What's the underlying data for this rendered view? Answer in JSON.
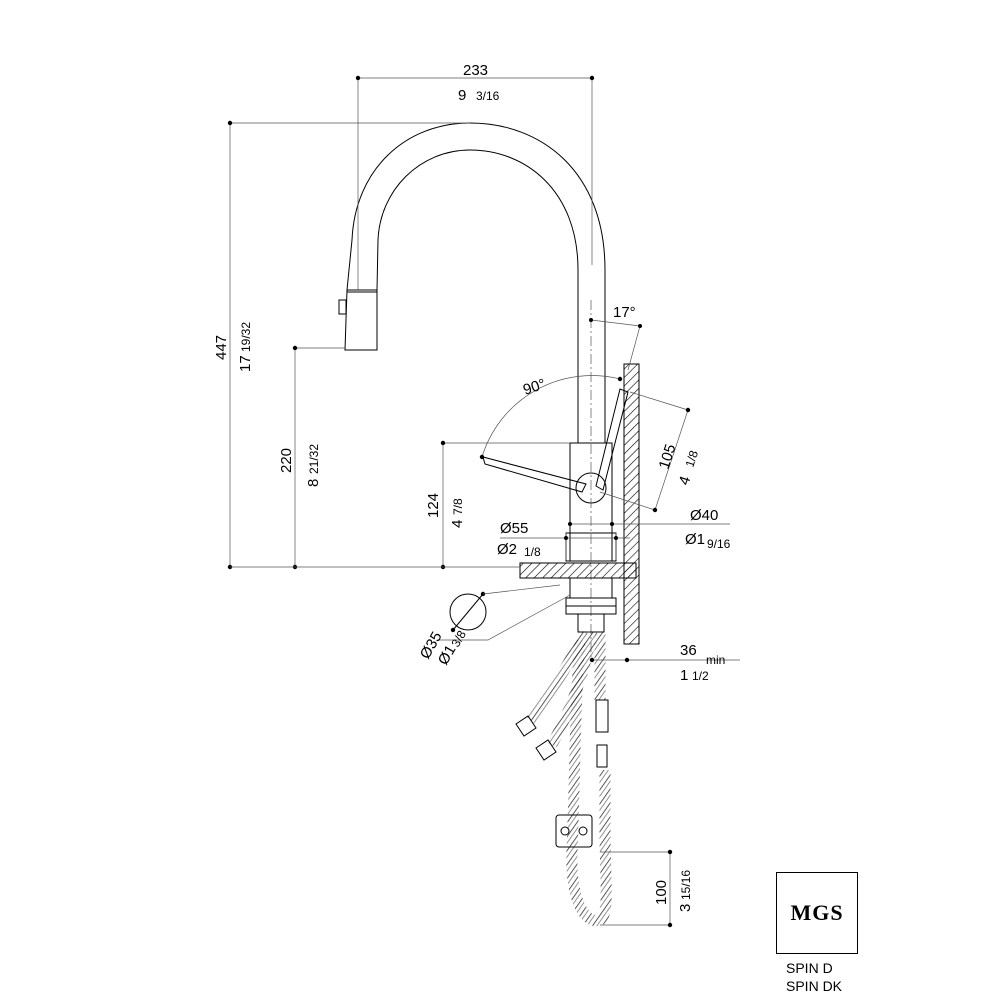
{
  "brand": "MGS",
  "models": [
    "SPIN  D",
    "SPIN  DK"
  ],
  "dimensions": {
    "spout_reach_mm": "233",
    "spout_reach_in_whole": "9",
    "spout_reach_in_frac": "3/16",
    "height_mm": "447",
    "height_in_whole": "17",
    "height_in_frac": "19/32",
    "outlet_height_mm": "220",
    "outlet_height_in_whole": "8",
    "outlet_height_in_frac": "21/32",
    "lever_height_mm": "124",
    "lever_height_in_whole": "4",
    "lever_height_in_frac": "7/8",
    "base_dia_mm": "Ø55",
    "base_dia_in": "Ø2",
    "base_dia_in_frac": "1/8",
    "body_dia_mm": "Ø40",
    "body_dia_in": "Ø1",
    "body_dia_in_frac": "9/16",
    "hole_dia_mm": "Ø35",
    "hole_dia_in": "Ø1",
    "hole_dia_in_frac": "3/8",
    "lever_len_mm": "105",
    "lever_len_in_whole": "4",
    "lever_len_in_frac": "1/8",
    "deck_thickness_mm": "36",
    "deck_thickness_note": "min",
    "deck_thickness_in_whole": "1",
    "deck_thickness_in_frac": "1/2",
    "hose_mm": "100",
    "hose_in_whole": "3",
    "hose_in_frac": "15/16",
    "angle_tilt": "17°",
    "angle_lever": "90°"
  }
}
